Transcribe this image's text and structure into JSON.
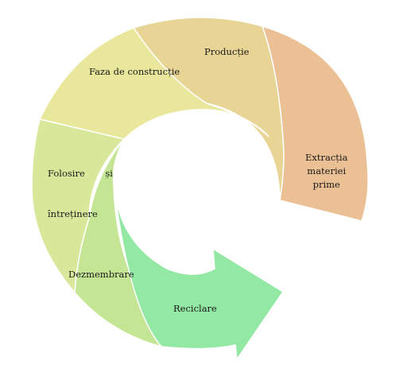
{
  "stages": [
    {
      "id": "extractia",
      "lines": [
        "Extracția",
        "materiei",
        "prime"
      ],
      "color": "#ebc095"
    },
    {
      "id": "productie",
      "lines": [
        "Producție"
      ],
      "color": "#e8d495"
    },
    {
      "id": "constructie",
      "lines": [
        "Faza de construcție"
      ],
      "color": "#e9e79b"
    },
    {
      "id": "folosire",
      "lines": [
        "Folosire       și",
        "întreținere"
      ],
      "color": "#d8e89a"
    },
    {
      "id": "dezmembrare",
      "lines": [
        "Dezmembrare"
      ],
      "color": "#c4e594"
    },
    {
      "id": "reciclare",
      "lines": [
        "Reciclare"
      ],
      "color": "#93e8a3"
    }
  ]
}
